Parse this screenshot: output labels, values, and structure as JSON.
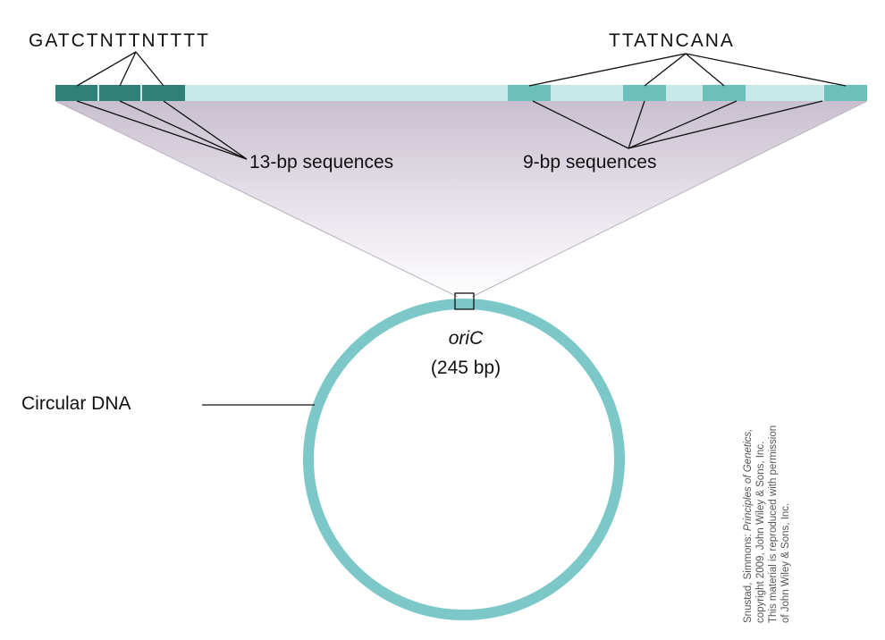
{
  "labels": {
    "left_sequence": "GATCTNTTNTTTT",
    "right_sequence": "TTATNCANA",
    "left_repeat": "13-bp sequences",
    "right_repeat": "9-bp sequences",
    "origin_name": "oriC",
    "origin_size": "(245 bp)",
    "chromosome": "Circular DNA"
  },
  "credit": {
    "line1_prefix": "Snustad, Simmons: ",
    "line1_title": "Principles of Genetics,",
    "line2": "copyright 2009, John Wiley & Sons, Inc.",
    "line3": "This material is reproduced with permission",
    "line4": "of John Wiley & Sons, Inc."
  },
  "colors": {
    "dna_ring": "#7cc8c8",
    "bar_light": "#c9e9e8",
    "box_13bp": "#2e8078",
    "box_9bp": "#6cc0bc",
    "fan_gradient_top": "#c9c0cf",
    "fan_gradient_bottom": "#ffffff"
  },
  "counts": {
    "repeats_13bp": 3,
    "repeats_9bp": 4
  }
}
